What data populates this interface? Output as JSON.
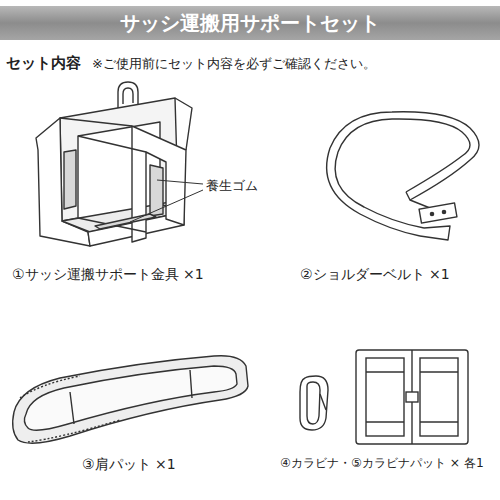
{
  "diagram": {
    "title": "サッシ運搬用サポートセット",
    "labels": [
      "セット内容",
      "※ご使用前にセット内容を必ずご確認ください。",
      "養生ゴム",
      "①サッシ運搬サポート金具 ×1",
      "②ショルダーベルト ×1",
      "③肩パット ×1",
      "④カラビナ・⑤カラビナパット × 各1"
    ]
  }
}
